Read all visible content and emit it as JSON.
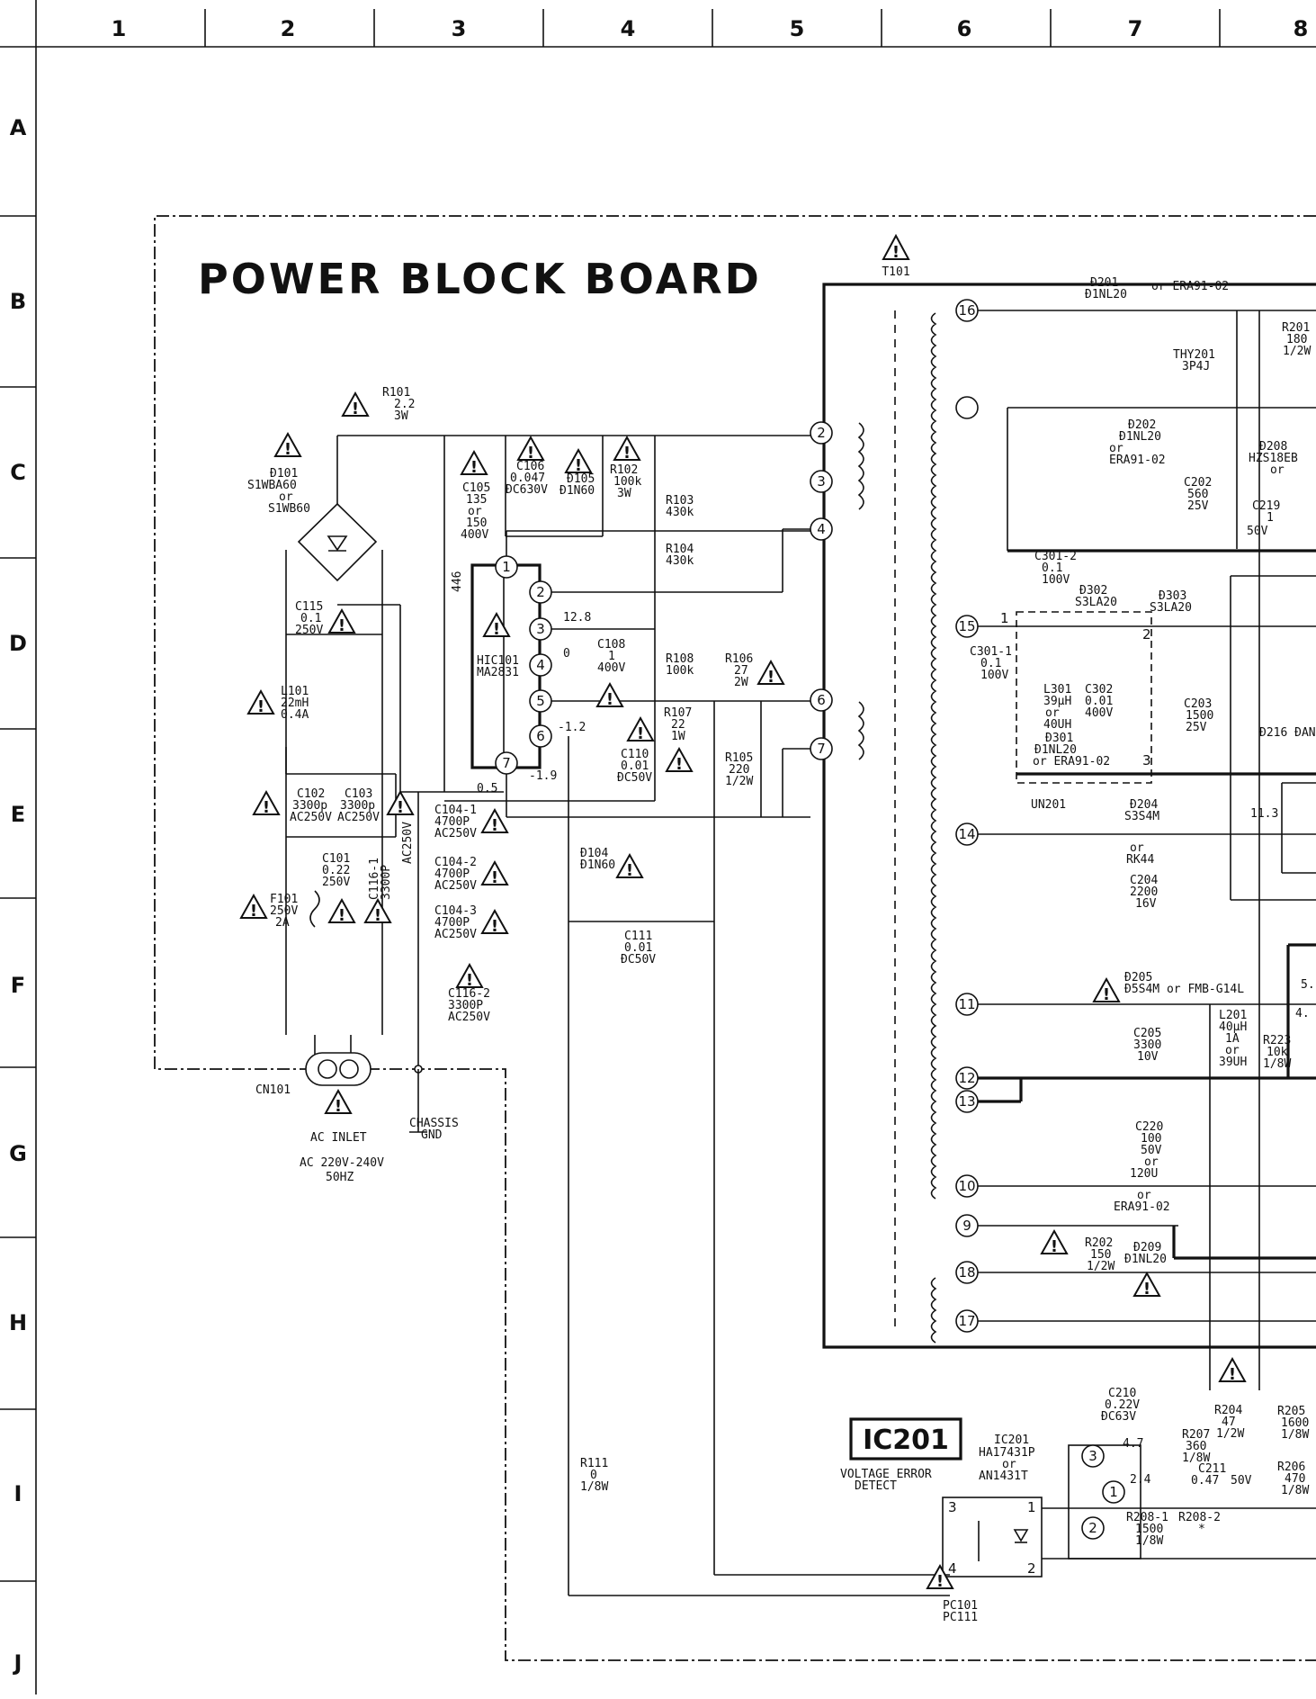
{
  "grid": {
    "columns": [
      "1",
      "2",
      "3",
      "4",
      "5",
      "6",
      "7",
      "8"
    ],
    "rows": [
      "A",
      "B",
      "C",
      "D",
      "E",
      "F",
      "G",
      "H",
      "I",
      "J"
    ]
  },
  "board": {
    "title": "POWER BLOCK BOARD",
    "ic_box_label": "IC201",
    "ic_box_note": [
      "VOLTAGE ERROR",
      "DETECT"
    ]
  },
  "inlet": {
    "ref": "CN101",
    "label": "AC INLET",
    "rating": [
      "AC 220V-240V",
      "50HZ"
    ],
    "chassis": [
      "CHASSIS",
      "GND"
    ]
  },
  "components": {
    "r101": [
      "R101",
      "2.2",
      "3W"
    ],
    "d101": [
      "Ð101",
      "S1WBA60",
      "or",
      "S1WB60"
    ],
    "c115": [
      "C115",
      "0.1",
      "250V"
    ],
    "l101": [
      "L101",
      "22mH",
      "0.4A"
    ],
    "c102": [
      "C102",
      "3300p",
      "AC250V"
    ],
    "c103": [
      "C103",
      "3300p",
      "AC250V"
    ],
    "c101": [
      "C101",
      "0.22",
      "250V"
    ],
    "f101": [
      "F101",
      "250V",
      "2A"
    ],
    "c116_1": [
      "C116-1",
      "3300P"
    ],
    "c116_ac": "AC250V",
    "c116_2": [
      "C116-2",
      "3300P",
      "AC250V"
    ],
    "c104_1": [
      "C104-1",
      "4700P",
      "AC250V"
    ],
    "c104_2": [
      "C104-2",
      "4700P",
      "AC250V"
    ],
    "c104_3": [
      "C104-3",
      "4700P",
      "AC250V"
    ],
    "c105": [
      "C105",
      "135",
      "or",
      "150",
      "400V"
    ],
    "c106": [
      "C106",
      "0.047",
      "ÐC630V"
    ],
    "d105": [
      "Ð105",
      "Ð1N60"
    ],
    "r102": [
      "R102",
      "100k",
      "3W"
    ],
    "r103": [
      "R103",
      "430k"
    ],
    "r104": [
      "R104",
      "430k"
    ],
    "hic101": [
      "HIC101",
      "MA2831"
    ],
    "c108": [
      "C108",
      "1",
      "400V"
    ],
    "r108": [
      "R108",
      "100k"
    ],
    "r106": [
      "R106",
      "27",
      "2W"
    ],
    "r107": [
      "R107",
      "22",
      "1W"
    ],
    "c110": [
      "C110",
      "0.01",
      "ÐC50V"
    ],
    "r105": [
      "R105",
      "220",
      "1/2W"
    ],
    "d104": [
      "Ð104",
      "Ð1N60"
    ],
    "c111": [
      "C111",
      "0.01",
      "ÐC50V"
    ],
    "r111": [
      "R111",
      "0",
      "1/8W"
    ],
    "pc101": [
      "PC101",
      "PC111"
    ],
    "ic201": [
      "IC201",
      "HA17431P",
      "or",
      "AN1431T"
    ],
    "c210": [
      "C210",
      "0.22V",
      "ÐC63V"
    ],
    "r207": [
      "R207",
      "360",
      "1/8W"
    ],
    "c211": [
      "C211",
      "0.47",
      "50V"
    ],
    "r204": [
      "R204",
      "47",
      "1/2W"
    ],
    "r205": [
      "R205",
      "1600",
      "1/8W"
    ],
    "r206": [
      "R206",
      "470",
      "1/8W"
    ],
    "r208_1": [
      "R208-1",
      "1500",
      "1/8W"
    ],
    "r208_2": [
      "R208-2",
      "*"
    ],
    "t101": "T101",
    "d201": [
      "Ð201",
      "Ð1NL20",
      "or ERA91-02"
    ],
    "thy201": [
      "THY201",
      "3P4J"
    ],
    "r201": [
      "R201",
      "180",
      "1/2W"
    ],
    "d202": [
      "Ð202",
      "Ð1NL20",
      "or",
      "ERA91-02"
    ],
    "c202": [
      "C202",
      "560",
      "25V"
    ],
    "d208": [
      "Ð208",
      "HZS18EB",
      "or"
    ],
    "c219": [
      "C219",
      "1",
      "50V"
    ],
    "c301_2": [
      "C301-2",
      "0.1",
      "100V"
    ],
    "d302": [
      "Ð302",
      "S3LA20"
    ],
    "d303": [
      "Ð303",
      "S3LA20"
    ],
    "c301_1": [
      "C301-1",
      "0.1",
      "100V"
    ],
    "l301": [
      "L301",
      "39μH",
      "or",
      "40UH"
    ],
    "c302": [
      "C302",
      "0.01",
      "400V"
    ],
    "d301": [
      "Ð301",
      "Ð1NL20",
      "or ERA91-02"
    ],
    "c203": [
      "C203",
      "1500",
      "25V"
    ],
    "un201": "UN201",
    "d216": "Ð216 ÐAN",
    "d204": [
      "Ð204",
      "S3S4M",
      "or",
      "RK44"
    ],
    "c204": [
      "C204",
      "2200",
      "16V"
    ],
    "d205": [
      "Ð205",
      "Ð5S4M or FMB-G14L"
    ],
    "c205": [
      "C205",
      "3300",
      "10V"
    ],
    "l201": [
      "L201",
      "40μH",
      "1A",
      "or",
      "39UH"
    ],
    "r223": [
      "R223",
      "10k",
      "1/8W"
    ],
    "c220": [
      "C220",
      "100",
      "50V",
      "or",
      "120U"
    ],
    "d209": [
      "or",
      "ERA91-02"
    ],
    "r202": [
      "R202",
      "150",
      "1/2W"
    ],
    "d209b": [
      "Ð209",
      "Ð1NL20"
    ]
  },
  "voltages": [
    "446",
    "12.8",
    "0",
    "-1.2",
    "-1.9",
    "0.5",
    "11.3",
    "4.7",
    "2.4",
    "5.",
    "4."
  ],
  "hic_pins": [
    "1",
    "2",
    "3",
    "4",
    "5",
    "6",
    "7"
  ],
  "t101_pins": [
    "2",
    "3",
    "4",
    "6",
    "7",
    "16",
    "15",
    "14",
    "11",
    "12",
    "13",
    "10",
    "9",
    "18",
    "17"
  ],
  "un201_pins": [
    "1",
    "2",
    "3"
  ],
  "ic201_pins": [
    "1",
    "2",
    "3"
  ],
  "pc_pins": [
    "1",
    "2",
    "3",
    "4"
  ]
}
